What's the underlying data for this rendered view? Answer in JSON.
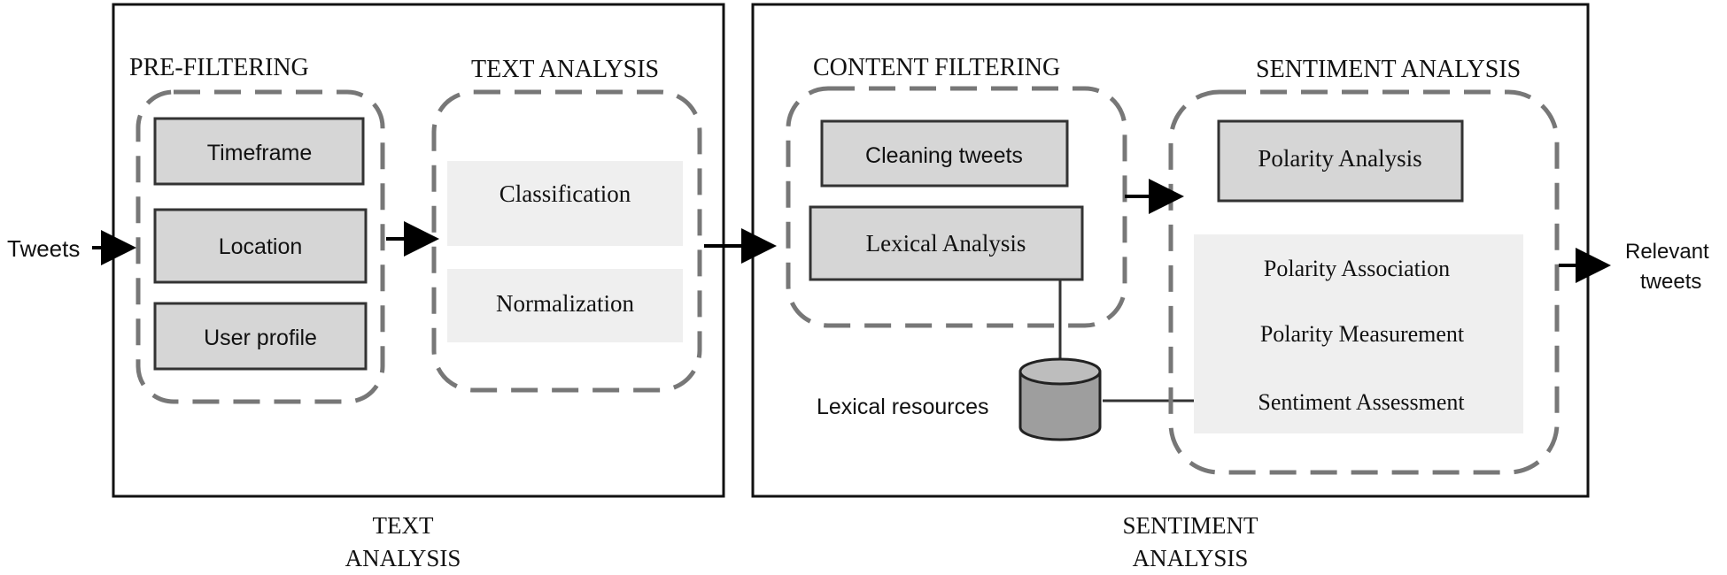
{
  "diagram": {
    "input_label": "Tweets",
    "output_label_line1": "Relevant",
    "output_label_line2": "tweets",
    "left_panel": {
      "caption_line1": "TEXT",
      "caption_line2": "ANALYSIS",
      "prefiltering": {
        "title": "PRE-FILTERING",
        "items": [
          "Timeframe",
          "Location",
          "User profile"
        ]
      },
      "text_analysis": {
        "title": "TEXT ANALYSIS",
        "items": [
          "Classification",
          "Normalization"
        ]
      }
    },
    "right_panel": {
      "caption_line1": "SENTIMENT",
      "caption_line2": "ANALYSIS",
      "content_filtering": {
        "title": "CONTENT FILTERING",
        "items": [
          "Cleaning tweets",
          "Lexical Analysis"
        ]
      },
      "lexical_resources_label": "Lexical resources",
      "sentiment_analysis": {
        "title": "SENTIMENT ANALYSIS",
        "polarity_box": "Polarity Analysis",
        "items": [
          "Polarity Association",
          "Polarity Measurement",
          "Sentiment Assessment"
        ]
      }
    }
  }
}
